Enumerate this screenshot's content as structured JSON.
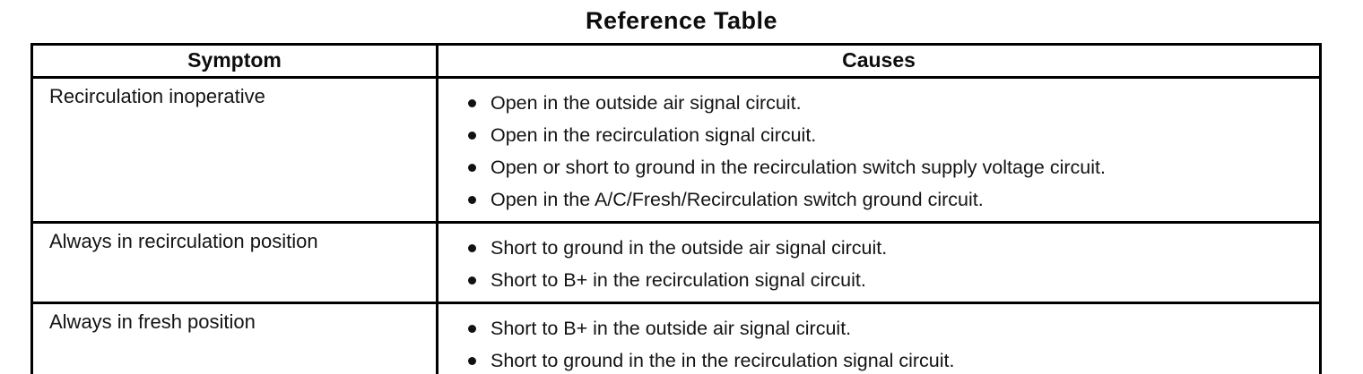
{
  "page": {
    "title": "Reference Table"
  },
  "colors": {
    "ink": "#111111",
    "paper": "#ffffff",
    "border": "#000000"
  },
  "table": {
    "headers": {
      "symptom": "Symptom",
      "causes": "Causes"
    },
    "rows": [
      {
        "symptom": "Recirculation inoperative",
        "causes": [
          "Open in the outside air signal circuit.",
          "Open in the recirculation signal circuit.",
          "Open or short to ground in the recirculation switch supply voltage circuit.",
          "Open in the A/C/Fresh/Recirculation switch ground circuit."
        ]
      },
      {
        "symptom": "Always in recirculation position",
        "causes": [
          "Short to ground in the outside air signal circuit.",
          "Short to B+ in the recirculation signal circuit."
        ]
      },
      {
        "symptom": "Always in fresh position",
        "causes": [
          "Short to B+ in the outside air signal circuit.",
          "Short to ground in the in the recirculation signal circuit."
        ]
      }
    ]
  }
}
